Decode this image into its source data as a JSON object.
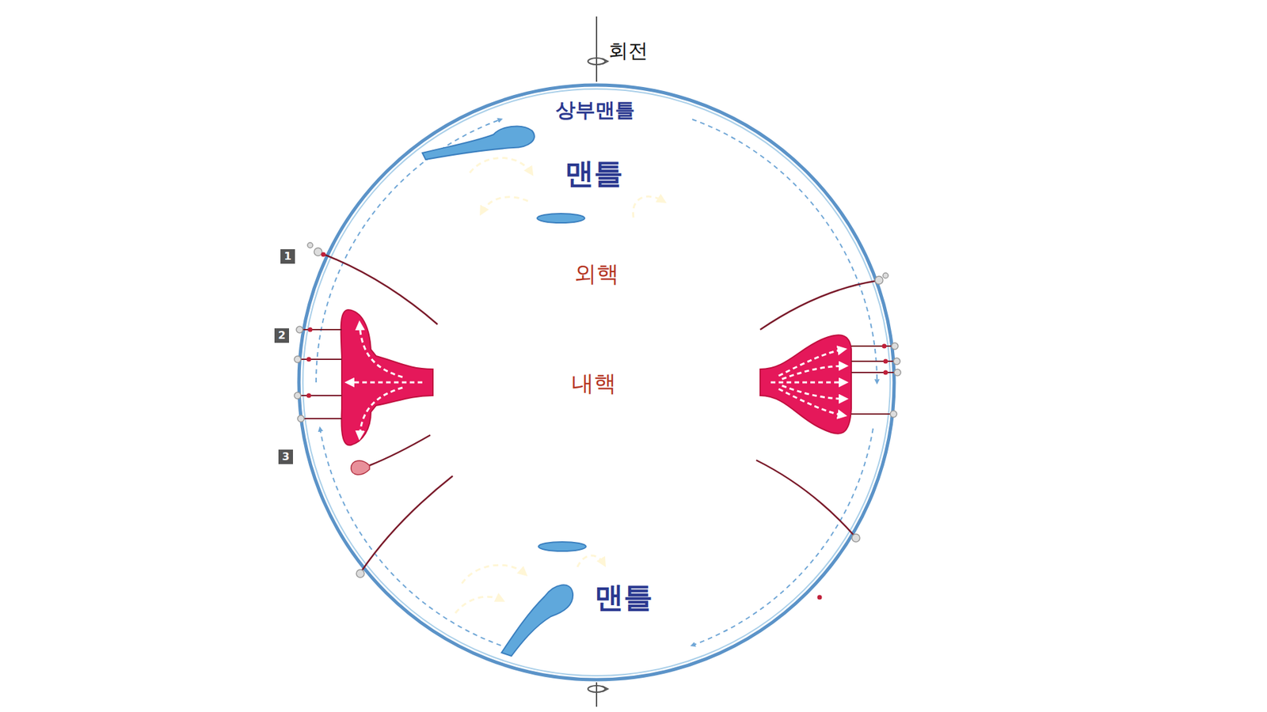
{
  "diagram": {
    "nodes": [
      {
        "text": [
          "상부맨틀"
        ]
      },
      {
        "text": [
          "맨틀",
          "맨틀"
        ],
        "in": 0
      },
      {
        "text": [
          "외핵"
        ],
        "in": 1
      },
      {
        "text": [
          "내핵"
        ],
        "in": 2
      }
    ],
    "labels": [
      "회전",
      "1",
      "2",
      "3"
    ]
  }
}
